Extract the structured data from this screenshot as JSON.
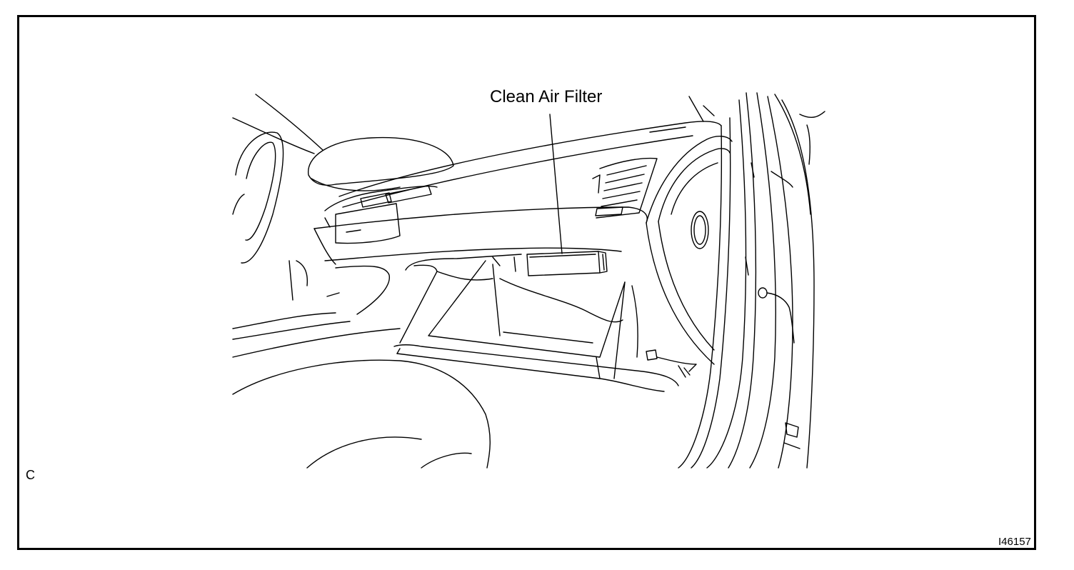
{
  "diagram": {
    "callout_label": "Clean Air Filter",
    "corner_code": "C",
    "figure_id": "I46157"
  },
  "colors": {
    "background": "#ffffff",
    "linework": "#000000"
  }
}
